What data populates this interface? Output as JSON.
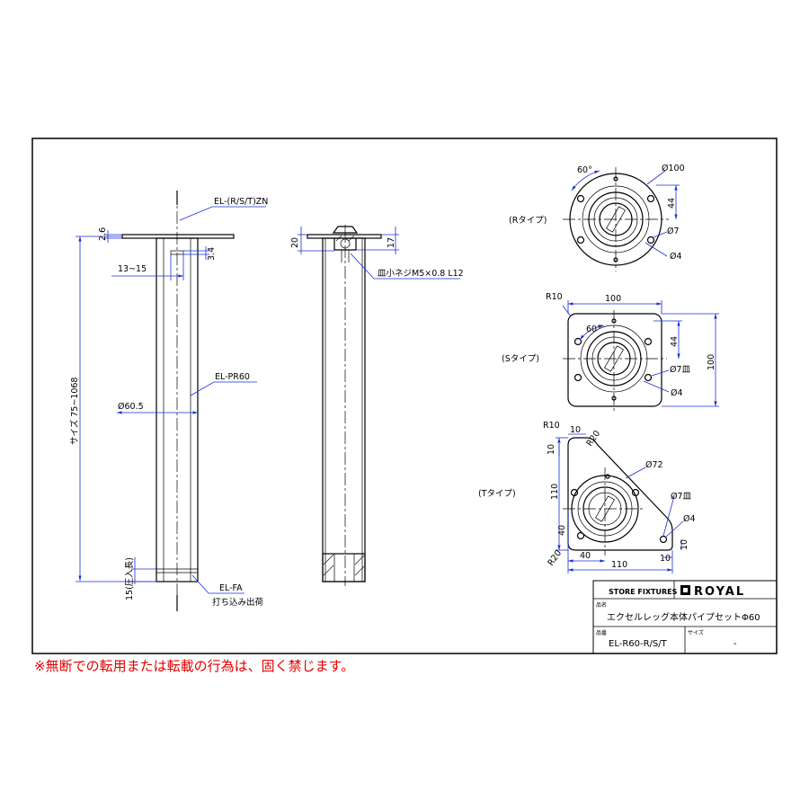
{
  "front_view": {
    "part_label_top": "EL-(R/S/T)ZN",
    "dim_plate_thickness": "2.6",
    "dim_recess": "3.4",
    "dim_recess_width": "13~15",
    "size_label": "サイズ 75~1068",
    "pipe_label": "EL-PR60",
    "pipe_diameter": "Ø60.5",
    "insert_depth": "15(圧入長)",
    "part_label_bottom": "EL-FA",
    "part_note_bottom": "打ち込み出荷"
  },
  "section_view": {
    "dim_left": "20",
    "dim_right": "17",
    "screw_label": "皿小ネジM5×0.8 L12"
  },
  "r_type": {
    "label": "(Rタイプ)",
    "angle": "60°",
    "diameter": "Ø100",
    "height": "44",
    "hole_diameter": "Ø7",
    "pin_diameter": "Ø4"
  },
  "s_type": {
    "label": "(Sタイプ)",
    "corner_radius": "R10",
    "width": "100",
    "angle": "60°",
    "height": "44",
    "total_height": "100",
    "hole_diameter": "Ø7皿",
    "pin_diameter": "Ø4"
  },
  "t_type": {
    "label": "(Tタイプ)",
    "corner_radius_small": "R10",
    "corner_radius_large": "R20",
    "top_width": "10",
    "left_offset": "10",
    "height": "110",
    "center_height": "40",
    "center_width": "40",
    "width": "110",
    "flange_diameter": "Ø72",
    "hole_diameter": "Ø7皿",
    "pin_diameter": "Ø4",
    "right_offset_v": "10",
    "right_offset_h": "10",
    "corner_radius_bottom": "R20"
  },
  "title_block": {
    "brand": "STORE FIXTURES",
    "logo": "ROYAL",
    "name_header": "品名",
    "name_value": "エクセルレッグ本体パイプセットΦ60",
    "code_header": "品番",
    "code_value": "EL-R60-R/S/T",
    "size_header": "サイズ",
    "size_value": "-"
  },
  "warning": "※無断での転用または転載の行為は、固く禁じます。",
  "colors": {
    "dimension": "#1a2fd6",
    "warning": "#e00000"
  }
}
